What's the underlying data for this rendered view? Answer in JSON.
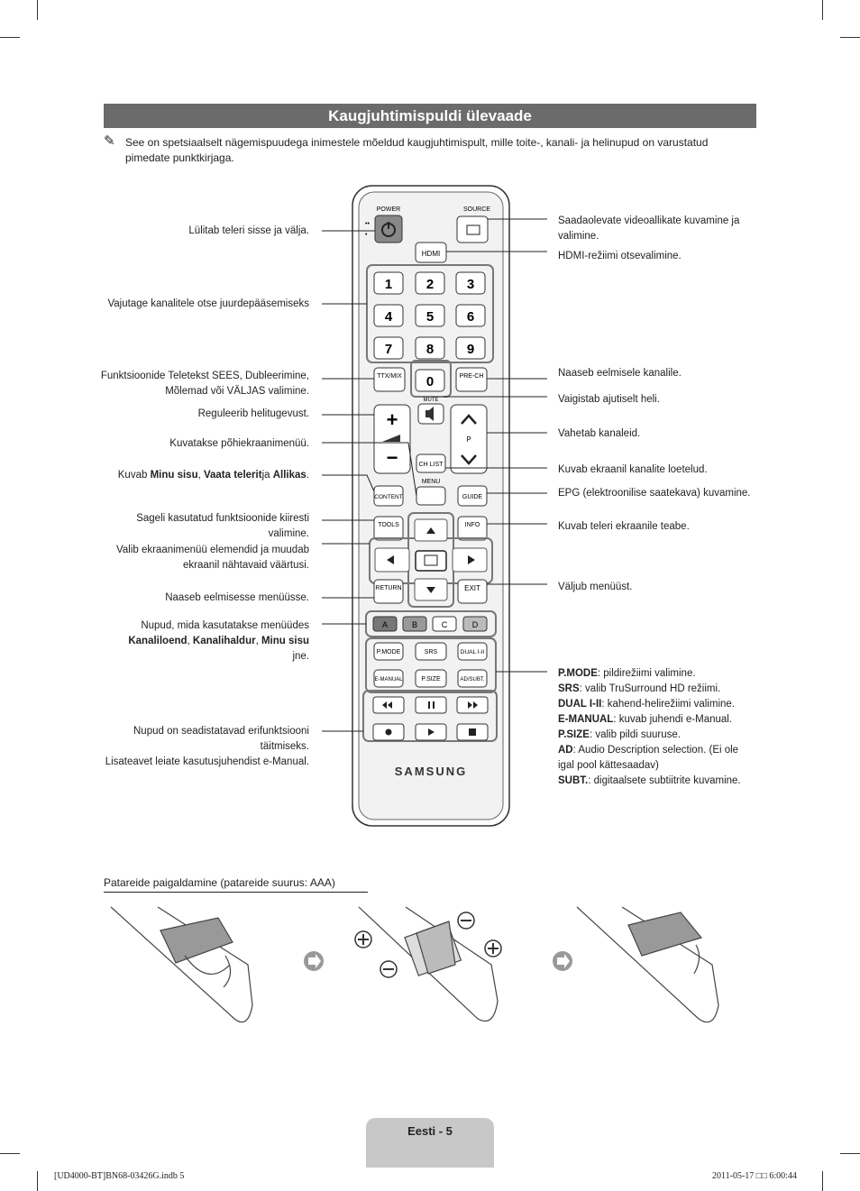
{
  "header": {
    "title": "Kaugjuhtimispuldi ülevaade"
  },
  "note": {
    "icon": "pencil-note-icon",
    "text": "See on spetsiaalselt nägemispuudega inimestele mõeldud kaugjuhtimispult, mille toite-, kanali- ja helinupud on varustatud pimedate punktkirjaga."
  },
  "left_labels": {
    "power": "Lülitab teleri sisse ja välja.",
    "channels": "Vajutage kanalitele otse juurdepääsemiseks",
    "teletext": "Funktsioonide Teletekst SEES, Dubleerimine, Mõlemad või VÄLJAS valimine.",
    "volume": "Reguleerib helitugevust.",
    "menu": "Kuvatakse põhiekraanimenüü.",
    "content_pre": "Kuvab ",
    "content_b1": "Minu sisu",
    "content_sep1": ", ",
    "content_b2": "Vaata telerit",
    "content_mid": "ja ",
    "content_b3": "Allikas",
    "content_end": ".",
    "tools": "Sageli kasutatud funktsioonide kiiresti valimine.",
    "nav": "Valib ekraanimenüü elemendid ja muudab ekraanil nähtavaid väärtusi.",
    "return": "Naaseb eelmisesse menüüsse.",
    "color_pre": "Nupud, mida kasutatakse menüüdes",
    "color_b1": "Kanaliloend",
    "color_sep1": ", ",
    "color_b2": "Kanalihaldur",
    "color_sep2": ", ",
    "color_b3": "Minu sisu",
    "color_end": "jne.",
    "erifunk": "Nupud on seadistatavad erifunktsiooni täitmiseks.",
    "lisateave": "Lisateavet leiate kasutusjuhendist e-Manual."
  },
  "right_labels": {
    "source": "Saadaolevate videoallikate kuvamine ja valimine.",
    "hdmi": "HDMI-režiimi otsevalimine.",
    "prech": "Naaseb eelmisele kanalile.",
    "mute": "Vaigistab ajutiselt heli.",
    "channel": "Vahetab kanaleid.",
    "chlist": "Kuvab ekraanil kanalite loetelud.",
    "guide": "EPG (elektroonilise saatekava) kuvamine.",
    "info": "Kuvab teleri ekraanile teabe.",
    "exit": "Väljub menüüst.",
    "funcs": [
      {
        "k": "P.MODE",
        "v": ": pildirežiimi valimine."
      },
      {
        "k": "SRS",
        "v": ": valib TruSurround HD režiimi."
      },
      {
        "k": "DUAL I-II",
        "v": ": kahend-helirežiimi valimine."
      },
      {
        "k": "E-MANUAL",
        "v": ": kuvab juhendi e-Manual."
      },
      {
        "k": "P.SIZE",
        "v": ": valib pildi suuruse."
      },
      {
        "k": "AD",
        "v": ": Audio Description selection. (Ei ole igal pool kättesaadav)"
      },
      {
        "k": "SUBT.",
        "v": ": digitaalsete subtiitrite kuvamine."
      }
    ]
  },
  "remote": {
    "power": "POWER",
    "source": "SOURCE",
    "hdmi": "HDMI",
    "digits": [
      "1",
      "2",
      "3",
      "4",
      "5",
      "6",
      "7",
      "8",
      "9",
      "0"
    ],
    "ttx": "TTX/MIX",
    "prech": "PRE-CH",
    "mute": "MUTE",
    "chlist": "CH LIST",
    "p": "P",
    "menu": "MENU",
    "content": "CONTENT",
    "guide": "GUIDE",
    "tools": "TOOLS",
    "info": "INFO",
    "return": "RETURN",
    "exit": "EXIT",
    "colors": [
      "A",
      "B",
      "C",
      "D"
    ],
    "pmode": "P.MODE",
    "srs": "SRS",
    "dual": "DUAL I-II",
    "emanual": "E-MANUAL",
    "psize": "P.SIZE",
    "adsubt": "AD/SUBT.",
    "brand": "SAMSUNG"
  },
  "battery": {
    "title": "Patareide paigaldamine (patareide suurus: AAA)"
  },
  "footer": {
    "page": "Eesti - 5",
    "file": "[UD4000-BT]BN68-03426G.indb   5",
    "date": "2011-05-17   □□ 6:00:44"
  }
}
